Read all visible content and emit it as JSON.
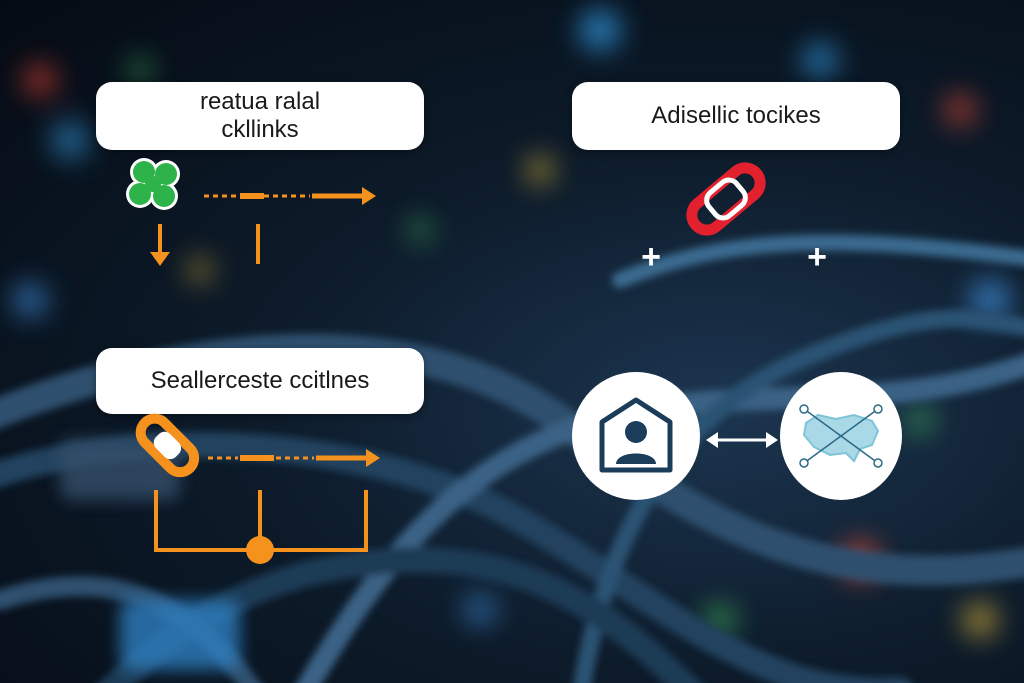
{
  "top_left_label": {
    "line1": "reatua ralal",
    "line2": "ckllinks"
  },
  "top_right_label": {
    "text": "Adisellic tocikes"
  },
  "middle_left_label": {
    "text": "Seallerceste ccitlnes"
  },
  "plus_signs": [
    "+",
    "+"
  ],
  "icons": {
    "clover": "clover-icon",
    "chain_link_red": "chain-link-icon",
    "chain_link_orange": "chain-link-icon",
    "profile_badge": "user-profile-icon",
    "usa_map_network": "us-map-network-icon",
    "bidirectional_arrow": "bidirectional-arrow-icon"
  },
  "colors": {
    "accent_orange": "#f5921e",
    "link_red": "#e3202d",
    "clover_green": "#2db34a",
    "icon_navy": "#1c3d5a",
    "map_teal": "#7ec4d8",
    "box_white": "#ffffff"
  }
}
